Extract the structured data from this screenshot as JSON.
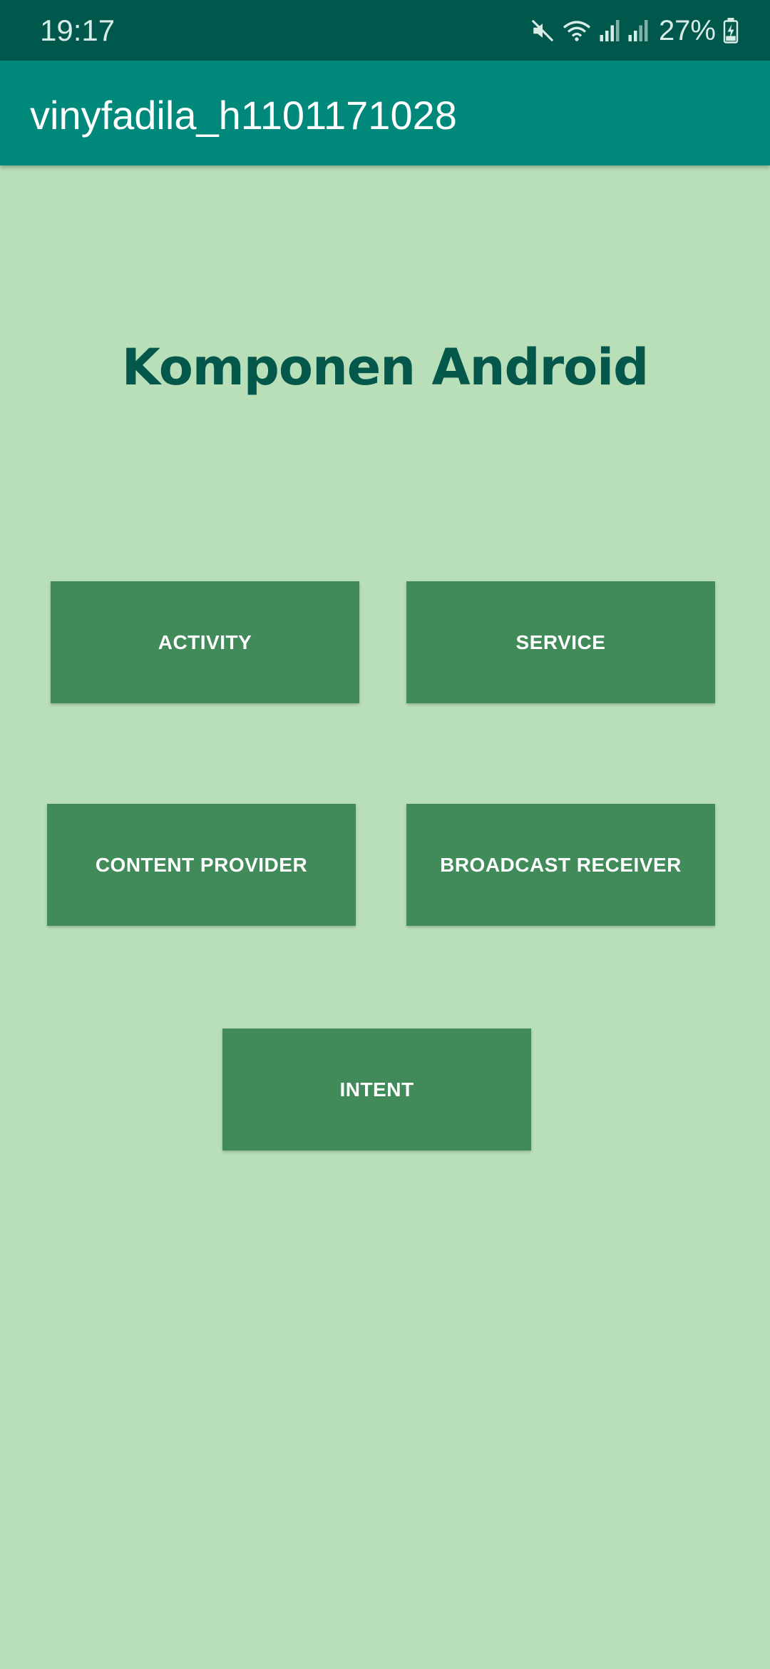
{
  "status_bar": {
    "time": "19:17",
    "battery": "27%",
    "icons": [
      "mute-icon",
      "wifi-icon",
      "signal-icon",
      "signal-icon",
      "battery-charging-icon"
    ]
  },
  "app_bar": {
    "title": "vinyfadila_h1101171028"
  },
  "main": {
    "heading": "Komponen Android",
    "buttons": {
      "activity": "ACTIVITY",
      "service": "SERVICE",
      "content_provider": "CONTENT PROVIDER",
      "broadcast_receiver": "BROADCAST RECEIVER",
      "intent": "INTENT"
    }
  },
  "colors": {
    "status_bar": "#00574b",
    "app_bar": "#00887a",
    "background": "#b9dfb9",
    "button": "#418b5b",
    "heading": "#03574b"
  }
}
